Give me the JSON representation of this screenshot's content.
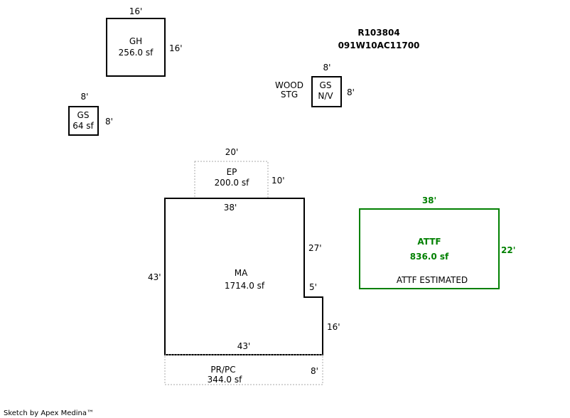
{
  "header": {
    "parcel_id": "R103804",
    "map_number": "091W10AC11700"
  },
  "structures": {
    "gh": {
      "code": "GH",
      "area": "256.0 sf",
      "top": "16'",
      "right": "16'"
    },
    "gs_small": {
      "code": "GS",
      "area": "64 sf",
      "top": "8'",
      "right": "8'"
    },
    "gs_nv": {
      "code": "GS",
      "area": "N/V",
      "top": "8'",
      "right": "8'",
      "note_line1": "WOOD",
      "note_line2": "STG"
    },
    "ep": {
      "code": "EP",
      "area": "200.0 sf",
      "top": "20'",
      "right": "10'"
    },
    "ma": {
      "code": "MA",
      "area": "1714.0 sf",
      "top": "38'",
      "left": "43'",
      "right_upper": "27'",
      "step": "5'",
      "right_lower": "16'",
      "bottom": "43'"
    },
    "prpc": {
      "code": "PR/PC",
      "area": "344.0 sf",
      "right": "8'"
    },
    "attf": {
      "code": "ATTF",
      "area": "836.0 sf",
      "top": "38'",
      "right": "22'",
      "note": "ATTF ESTIMATED"
    }
  },
  "colors": {
    "line": "#000000",
    "dotted": "#aaaaaa",
    "attf": "#008000"
  },
  "footer": {
    "credit": "Sketch by Apex Medina™"
  }
}
